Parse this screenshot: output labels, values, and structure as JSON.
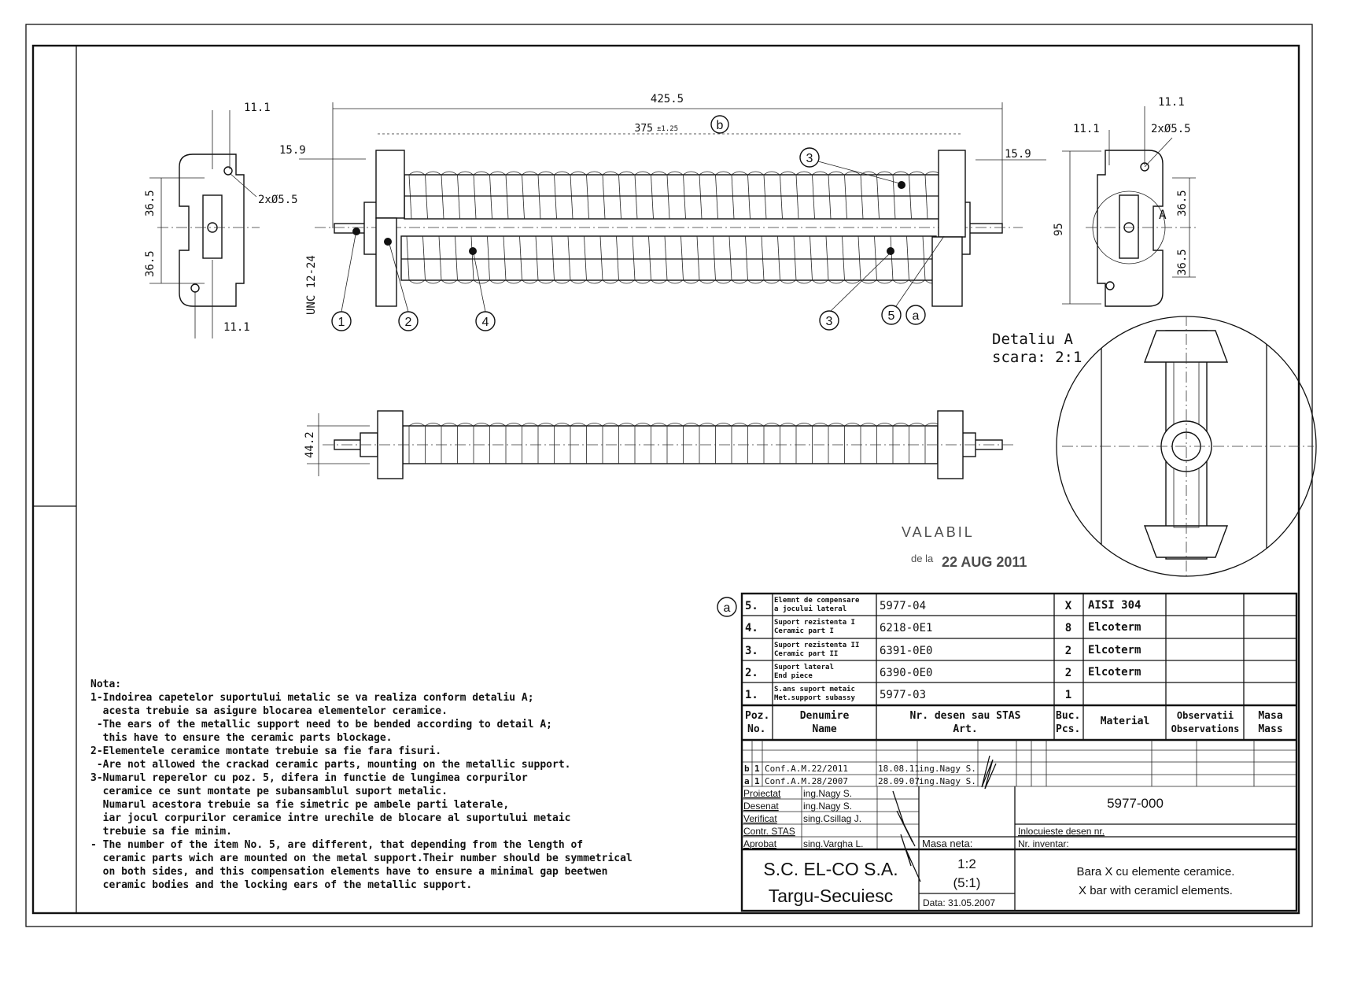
{
  "drawing": {
    "dimensions": {
      "overall_length": "425.5",
      "element_length": "375",
      "element_tolerance": "±1.25",
      "left_top_offset": "11.1",
      "left_end": "15.9",
      "left_holes": "2xØ5.5",
      "left_half_upper": "36.5",
      "left_half_lower": "36.5",
      "thread": "UNC 12-24",
      "left_bottom_offset": "11.1",
      "right_top_offset": "11.1",
      "right_side_offset": "11.1",
      "right_holes": "2xØ5.5",
      "right_end": "15.9",
      "right_height": "95",
      "right_half_upper": "36.5",
      "right_half_lower": "36.5",
      "side_height": "44.2",
      "detail_marker": "A"
    },
    "balloons": {
      "p1": "1",
      "p2": "2",
      "p4": "4",
      "p3_bottom": "3",
      "p3_top": "3",
      "p5": "5",
      "rev_a": "a",
      "rev_b": "b",
      "table_a": "a"
    },
    "detail": {
      "title": "Detaliu A",
      "scale": "scara: 2:1"
    },
    "stamp": {
      "line1": "VALABIL",
      "prefix": "de la",
      "date": "22 AUG 2011"
    }
  },
  "notes": {
    "title": "Nota:",
    "lines": [
      "1-Indoirea capetelor suportului metalic se va realiza conform detaliu A;",
      "  acesta trebuie sa asigure blocarea elementelor ceramice.",
      " -The ears of the metallic support need to be bended according to detail A;",
      "  this have to ensure the ceramic parts blockage.",
      "2-Elementele ceramice montate trebuie sa fie fara fisuri.",
      " -Are not allowed the crackad ceramic parts, mounting on the metallic support.",
      "3-Numarul reperelor cu poz. 5, difera in functie de lungimea corpurilor",
      "  ceramice ce sunt montate pe subansamblul suport metalic.",
      "  Numarul acestora trebuie sa fie simetric pe ambele parti laterale,",
      "  iar jocul corpurilor ceramice intre urechile de blocare al suportului metaic",
      "  trebuie sa fie minim.",
      "- The number of the item No. 5, are different, that depending from the length of",
      "  ceramic parts wich are mounted on the metal support.Their number should be symmetrical",
      "  on both sides, and this compensation elements have to ensure a minimal gap beetwen",
      "  ceramic bodies and the locking ears of the metallic support."
    ]
  },
  "parts_table": {
    "headers": {
      "pos": [
        "Poz.",
        "No."
      ],
      "name": [
        "Denumire",
        "Name"
      ],
      "drawing": [
        "Nr. desen sau STAS",
        "Art."
      ],
      "pcs": [
        "Buc.",
        "Pcs."
      ],
      "material": "Material",
      "observations": [
        "Observatii",
        "Observations"
      ],
      "mass": [
        "Masa",
        "Mass"
      ]
    },
    "rows": [
      {
        "pos": "5.",
        "name1": "Elemnt de compensare",
        "name2": "a jocului lateral",
        "drawing": "5977-04",
        "pcs": "X",
        "material": "AISI 304"
      },
      {
        "pos": "4.",
        "name1": "Suport rezistenta I",
        "name2": "Ceramic part I",
        "drawing": "6218-0E1",
        "pcs": "8",
        "material": "Elcoterm"
      },
      {
        "pos": "3.",
        "name1": "Suport rezistenta II",
        "name2": "Ceramic part II",
        "drawing": "6391-0E0",
        "pcs": "2",
        "material": "Elcoterm"
      },
      {
        "pos": "2.",
        "name1": "Suport lateral",
        "name2": "End piece",
        "drawing": "6390-0E0",
        "pcs": "2",
        "material": "Elcoterm"
      },
      {
        "pos": "1.",
        "name1": "S.ans suport metaic",
        "name2": "Met.support subassy",
        "drawing": "5977-03",
        "pcs": "1",
        "material": ""
      }
    ]
  },
  "revisions": [
    {
      "index": "b",
      "count": "1",
      "change": "Conf.A.M.22/2011",
      "date": "18.08.11",
      "by": "ing.Nagy S."
    },
    {
      "index": "a",
      "count": "1",
      "change": "Conf.A.M.28/2007",
      "date": "28.09.07",
      "by": "ing.Nagy S."
    }
  ],
  "approvals": [
    {
      "role": "Proiectat",
      "name": "ing.Nagy S."
    },
    {
      "role": "Desenat",
      "name": "ing.Nagy S."
    },
    {
      "role": "Verificat",
      "name": "sing.Csillag J."
    },
    {
      "role": "Contr. STAS",
      "name": ""
    },
    {
      "role": "Aprobat",
      "name": "sing.Vargha L."
    }
  ],
  "title_block": {
    "mass_label": "Masa neta:",
    "company": "S.C. EL-CO S.A.",
    "city": "Targu-Secuiesc",
    "scale": "1:2",
    "detail_scale": "(5:1)",
    "date": "Data: 31.05.2007",
    "drawing_number": "5977-000",
    "replaces_label": "Inlocuieste desen nr.",
    "inventory_label": "Nr. inventar:",
    "title_ro": "Bara X cu elemente ceramice.",
    "title_en": "X bar with ceramicl elements."
  }
}
